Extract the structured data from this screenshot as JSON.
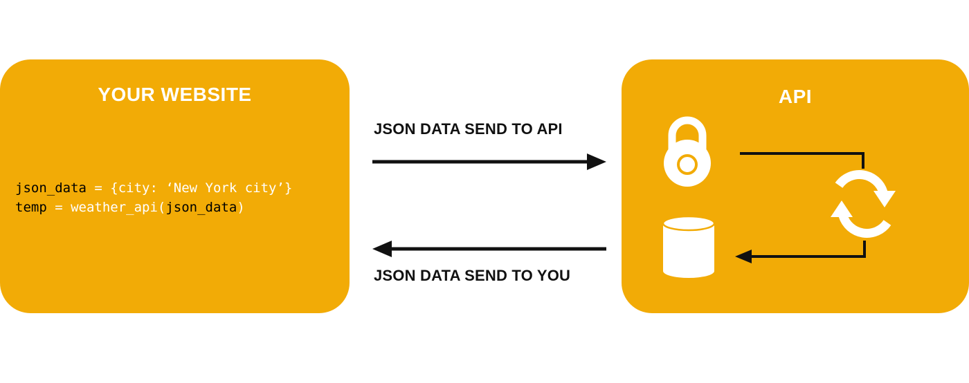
{
  "website": {
    "title": "YOUR WEBSITE",
    "code": {
      "line1_var": "json_data",
      "line1_rest": " = {city: ‘New York city’}",
      "line2_var": "temp",
      "line2_mid": " = weather_api(",
      "line2_arg": "json_data",
      "line2_end": ")"
    }
  },
  "api": {
    "title": "API",
    "icons": [
      "padlock-icon",
      "sync-icon",
      "database-icon"
    ]
  },
  "arrows": {
    "send_label": "JSON DATA SEND TO API",
    "receive_label": "JSON DATA SEND TO YOU"
  },
  "colors": {
    "box": "#f2ab06",
    "text_light": "#ffffff",
    "text_dark": "#111111"
  }
}
